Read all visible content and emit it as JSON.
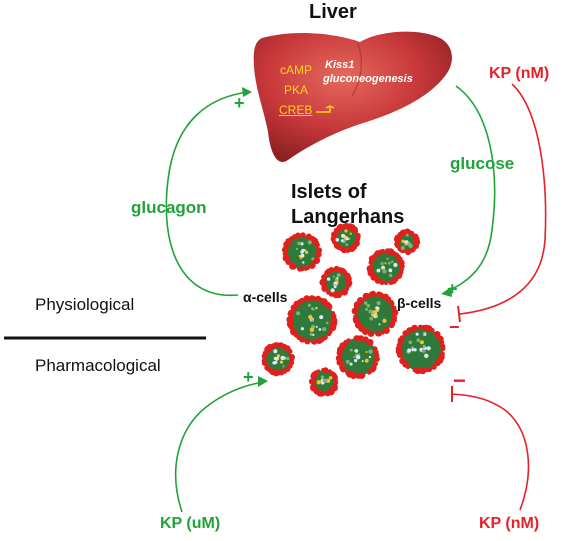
{
  "liver": {
    "title": "Liver",
    "pathway": [
      "cAMP",
      "PKA",
      "CREB"
    ],
    "gene": "Kiss1",
    "process": "gluconeogenesis"
  },
  "islets": {
    "title_line1": "Islets of",
    "title_line2": "Langerhans",
    "alpha_cells": "α-cells",
    "beta_cells": "β-cells"
  },
  "signals": {
    "glucagon": "glucagon",
    "glucose": "glucose",
    "kp_nm_top": "KP  (nM)",
    "kp_um": "KP (uM)",
    "kp_nm_bottom": "KP (nM)"
  },
  "sections": {
    "physiological": "Physiological",
    "pharmacological": "Pharmacological"
  },
  "signs": {
    "plus": "+",
    "minus": "−"
  },
  "colors": {
    "stimulatory": "#22a23a",
    "inhibitory": "#e8202a",
    "liver": "#c8383a",
    "pathway_text": "#ffd21a",
    "islet_green": "#2f7a3b",
    "islet_red": "#e0201c"
  }
}
